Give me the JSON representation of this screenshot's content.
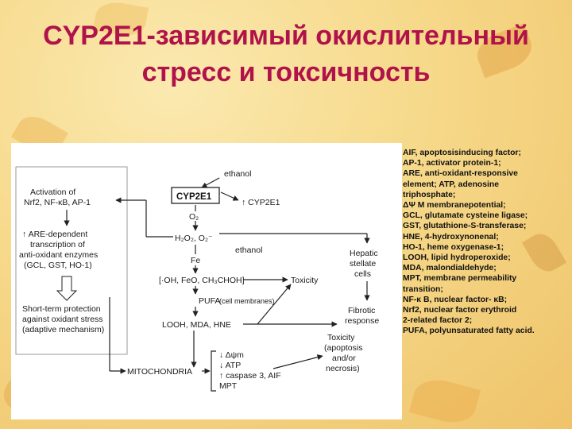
{
  "title": {
    "line1": "CYP2E1-зависимый окислительный",
    "line2": "стресс и токсичность"
  },
  "diagram": {
    "ethanol_top": "ethanol",
    "cyp2e1_box": "CYP2E1",
    "up_cyp2e1": "↑ CYP2E1",
    "activation_1": "Activation of",
    "activation_2": "Nrf2, NF-κB, AP-1",
    "are_1": "↑ ARE-dependent",
    "are_2": "transcription of",
    "are_3": "anti-oxidant enzymes",
    "are_4": "(GCL, GST, HO-1)",
    "o2": "O₂",
    "h2o2": "H₂O₂, O₂⁻",
    "ethanol_mid": "ethanol",
    "fe": "Fe",
    "radicals": "[·OH, FeO, CH₃CHOH]",
    "hepatic_1": "Hepatic",
    "hepatic_2": "stellate",
    "hepatic_3": "cells",
    "toxicity_mid": "Toxicity",
    "pufa": "PUFA",
    "cell_membranes": "(cell membranes)",
    "short_1": "Short-term protection",
    "short_2": "against oxidant stress",
    "short_3": "(adaptive mechanism)",
    "lipid_products": "LOOH, MDA, HNE",
    "fibrotic_1": "Fibrotic",
    "fibrotic_2": "response",
    "mito_1": "↓ Δψm",
    "mito_2": "↓ ATP",
    "mito_3": "↑ caspase 3, AIF",
    "mito_4": "MPT",
    "mitochondria": "MITOCHONDRIA",
    "tox_1": "Toxicity",
    "tox_2": "(apoptosis",
    "tox_3": "and/or",
    "tox_4": "necrosis)"
  },
  "legend": [
    "AIF, apoptosisinducing factor;",
    "AP-1, activator protein-1;",
    "ARE, anti-oxidant-responsive",
    "element; ATP, adenosine",
    "triphosphate;",
    "ΔΨ  M membranepotential;",
    "GCL, glutamate cysteine ligase;",
    "GST, glutathione-S-transferase;",
    "HNE, 4-hydroxynonenal;",
    "HO-1, heme oxygenase-1;",
    "LOOH, lipid hydroperoxide;",
    "MDA, malondialdehyde;",
    "MPT, membrane permeability",
    "transition;",
    "NF-κ B, nuclear factor- κB;",
    "Nrf2, nuclear factor erythroid",
    "2-related factor 2;",
    "PUFA, polyunsaturated fatty acid."
  ]
}
